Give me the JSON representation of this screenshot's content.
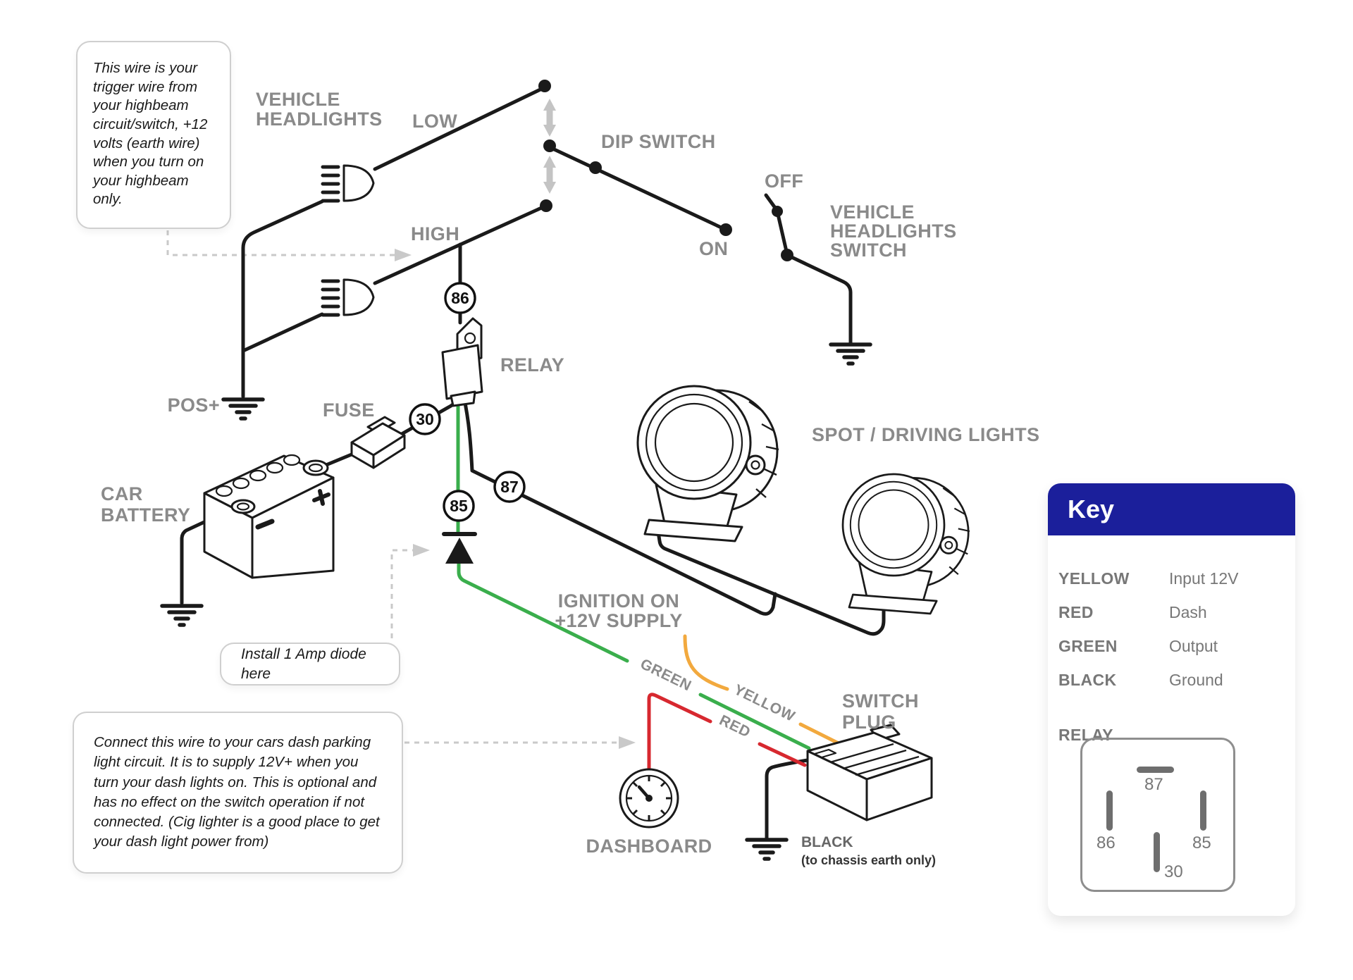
{
  "diagram": {
    "colors": {
      "green": "#3aae4c",
      "yellow": "#f2a93e",
      "red": "#d7282f",
      "black": "#1a1a1a",
      "label_gray": "#8a8a8a",
      "arrow_gray": "#c9c9c9",
      "key_blue": "#1b1f9b",
      "pin_gray": "#6e6e6e"
    },
    "labels": {
      "vehicle_headlights": [
        "VEHICLE",
        "HEADLIGHTS"
      ],
      "low": "LOW",
      "high": "HIGH",
      "dip_switch": "DIP SWITCH",
      "off": "OFF",
      "on": "ON",
      "vehicle_headlights_switch": [
        "VEHICLE",
        "HEADLIGHTS",
        "SWITCH"
      ],
      "relay": "RELAY",
      "fuse": "FUSE",
      "pos": "POS+",
      "car_battery": [
        "CAR",
        "BATTERY"
      ],
      "spot_driving_lights": "SPOT / DRIVING LIGHTS",
      "ignition": [
        "IGNITION ON",
        "+12V SUPPLY"
      ],
      "switch_plug": [
        "SWITCH",
        "PLUG"
      ],
      "black": "BLACK",
      "black_note": "(to chassis earth only)",
      "dashboard": "DASHBOARD",
      "wire_green": "GREEN",
      "wire_yellow": "YELLOW",
      "wire_red": "RED"
    },
    "terminals": {
      "t86": "86",
      "t30": "30",
      "t85": "85",
      "t87": "87"
    },
    "callouts": {
      "trigger": "This wire is your trigger wire from your highbeam circuit/switch, +12 volts (earth wire) when you turn on your highbeam only.",
      "diode": "Install 1 Amp diode here",
      "dash_light": "Connect this wire to your cars dash parking light circuit. It is to supply 12V+ when you turn your dash lights on. This is optional and has no effect on the switch operation if not connected. (Cig lighter is a good place to get your dash light power from)"
    }
  },
  "key": {
    "title": "Key",
    "rows": [
      {
        "color": "YELLOW",
        "meaning": "Input 12V"
      },
      {
        "color": "RED",
        "meaning": "Dash"
      },
      {
        "color": "GREEN",
        "meaning": "Output"
      },
      {
        "color": "BLACK",
        "meaning": "Ground"
      }
    ],
    "relay_heading": "RELAY",
    "pins": {
      "p87": "87",
      "p86": "86",
      "p85": "85",
      "p30": "30"
    }
  }
}
